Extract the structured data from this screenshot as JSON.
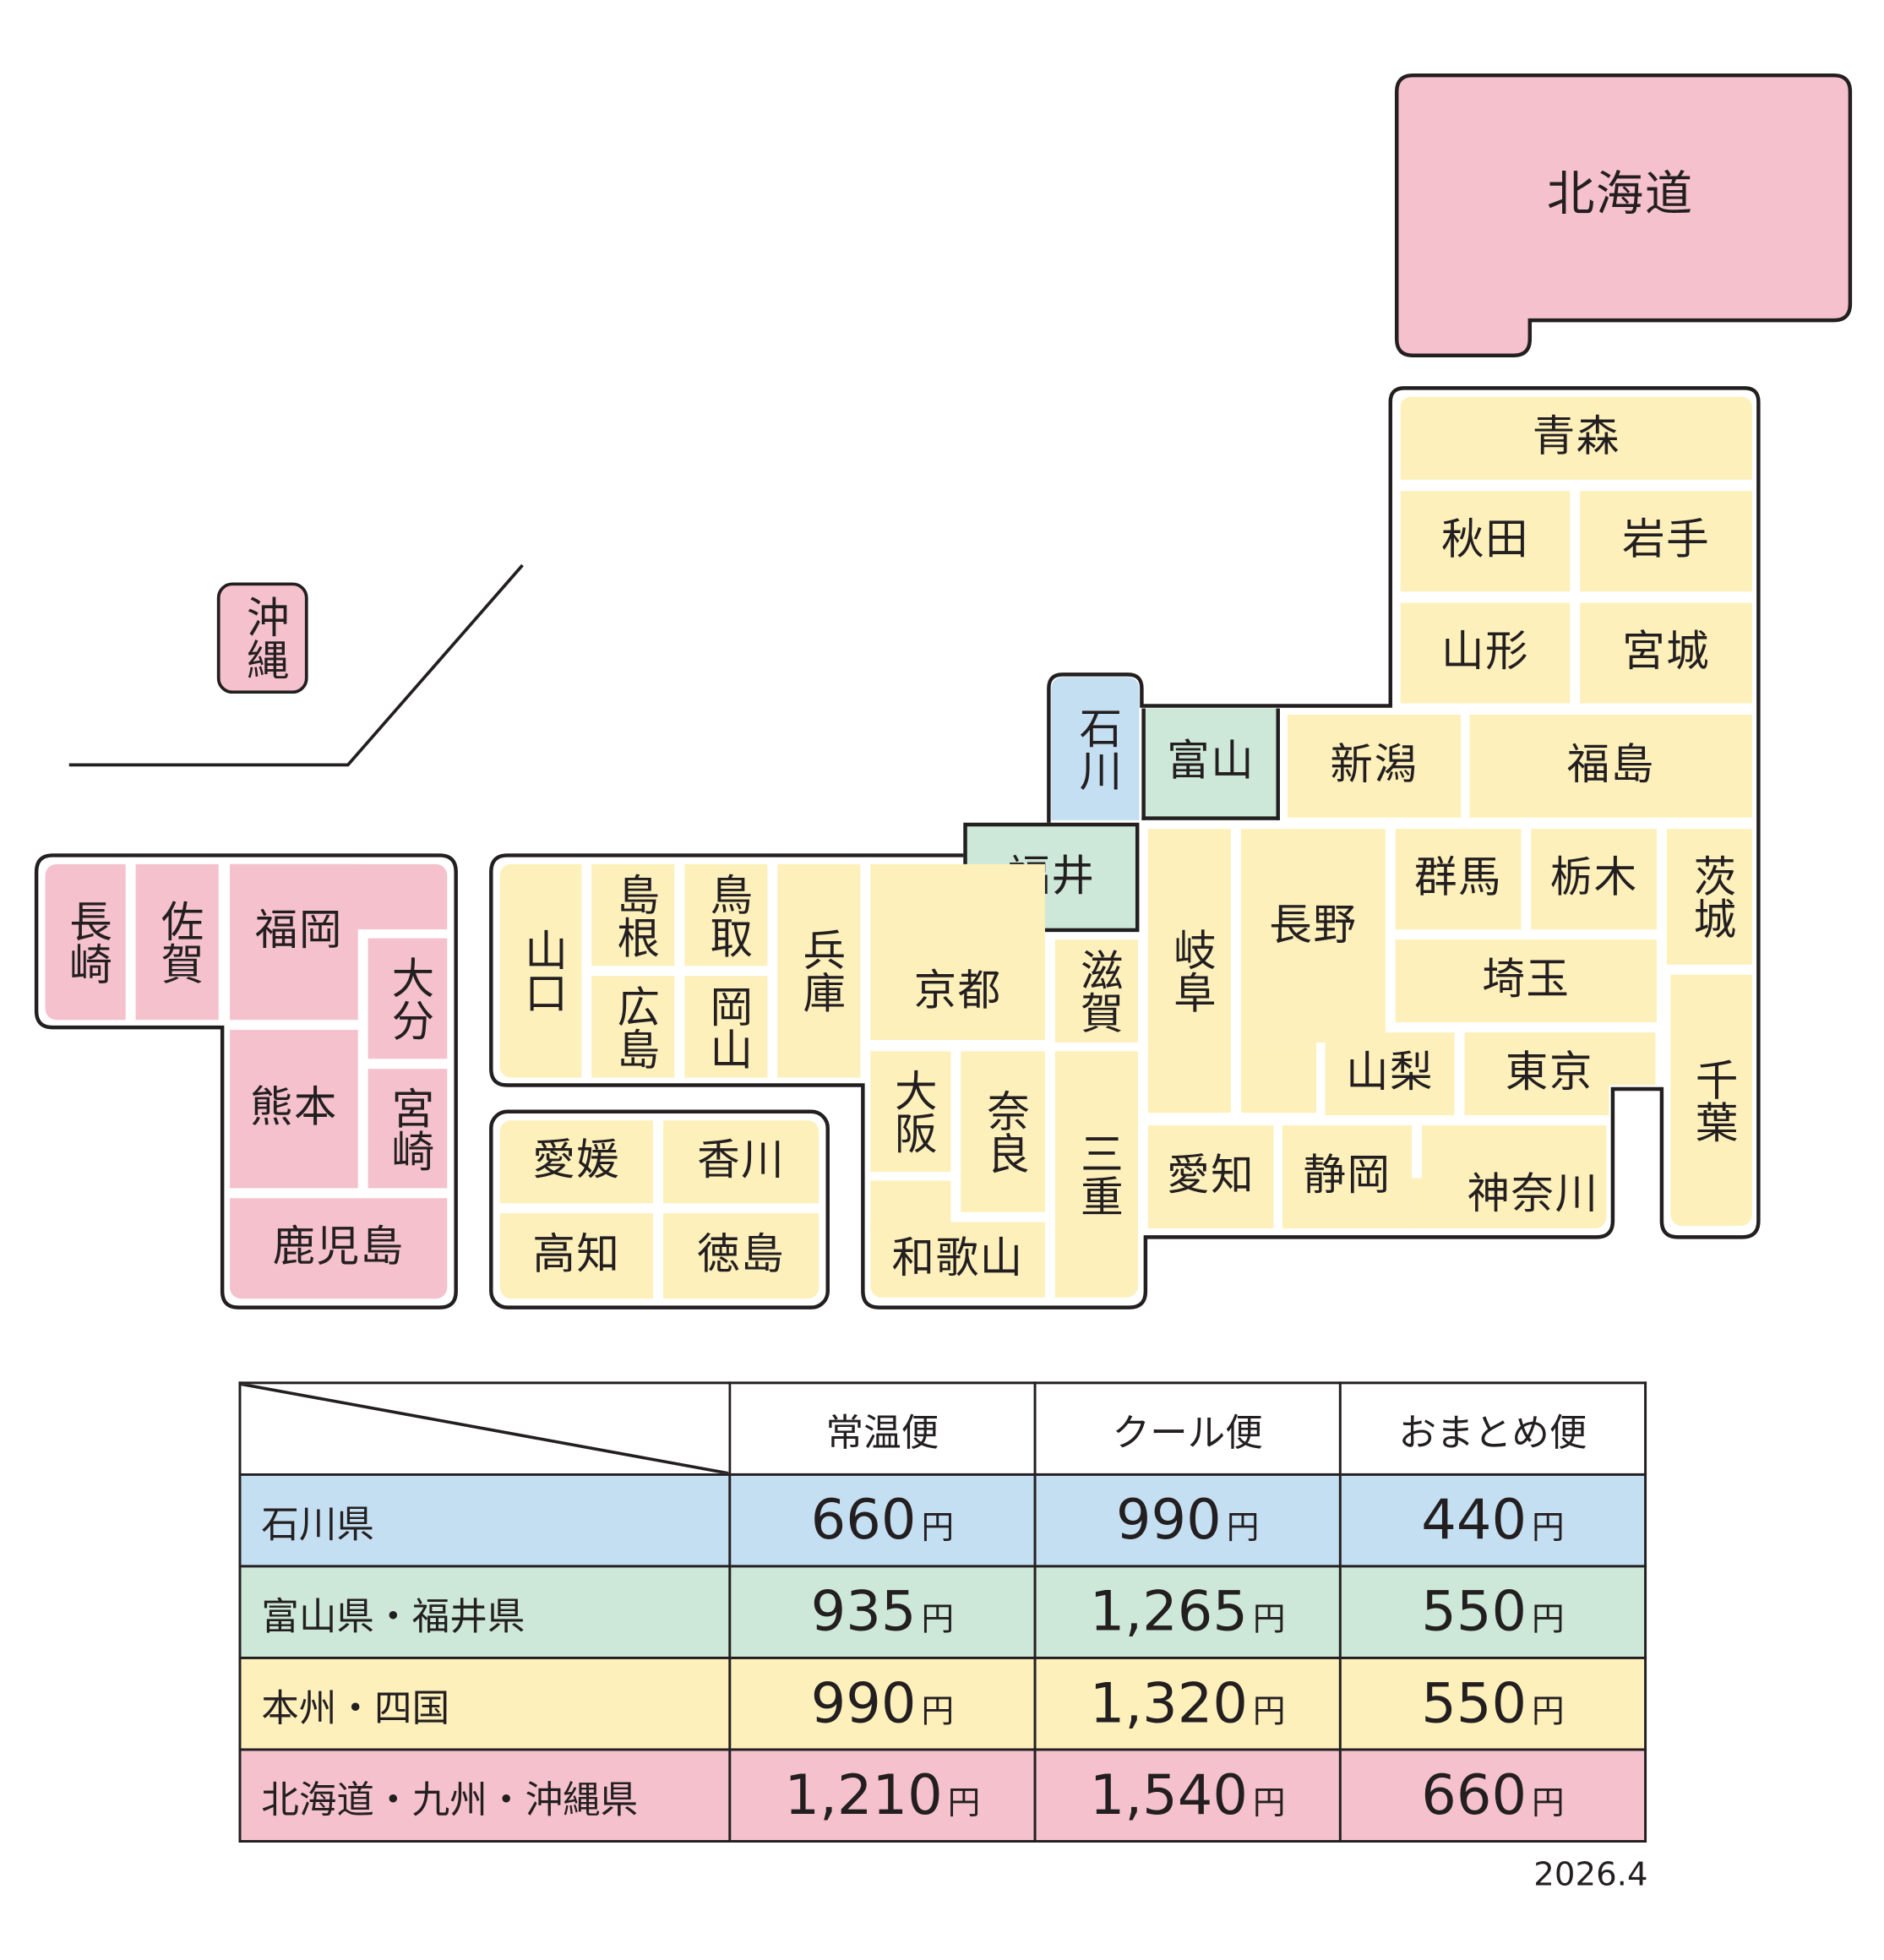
{
  "map": {
    "hokkaido": "北海道",
    "tohoku": [
      "青森",
      "秋田",
      "岩手",
      "山形",
      "宮城",
      "福島"
    ],
    "ishikawa": "石川",
    "toyama": "富山",
    "fukui": "福井",
    "niigata": "新潟",
    "kanto_chubu": [
      "群馬",
      "栃木",
      "茨城",
      "長野",
      "岐阜",
      "埼玉",
      "山梨",
      "東京",
      "千葉",
      "愛知",
      "静岡",
      "神奈川"
    ],
    "kinki": [
      "滋賀",
      "京都",
      "大阪",
      "奈良",
      "三重",
      "和歌山",
      "兵庫"
    ],
    "chugoku": [
      "山口",
      "島根",
      "広島",
      "鳥取",
      "岡山"
    ],
    "shikoku": [
      "愛媛",
      "香川",
      "高知",
      "徳島"
    ],
    "kyushu": [
      "長崎",
      "佐賀",
      "福岡",
      "大分",
      "熊本",
      "宮崎",
      "鹿児島"
    ],
    "okinawa": "沖縄"
  },
  "colors": {
    "ishikawa": "#c5dff2",
    "toyama_fukui": "#cde8d8",
    "honshu_shikoku": "#fdf0bb",
    "hokkaido_kyushu_okinawa": "#f5c1cd"
  },
  "table": {
    "headers": [
      "常温便",
      "クール便",
      "おまとめ便"
    ],
    "currency": "円",
    "rows": [
      {
        "region": "石川県",
        "prices": [
          "660",
          "990",
          "440"
        ]
      },
      {
        "region": "富山県・福井県",
        "prices": [
          "935",
          "1,265",
          "550"
        ]
      },
      {
        "region": "本州・四国",
        "prices": [
          "990",
          "1,320",
          "550"
        ]
      },
      {
        "region": "北海道・九州・沖縄県",
        "prices": [
          "1,210",
          "1,540",
          "660"
        ]
      }
    ]
  },
  "date": "2026.4"
}
